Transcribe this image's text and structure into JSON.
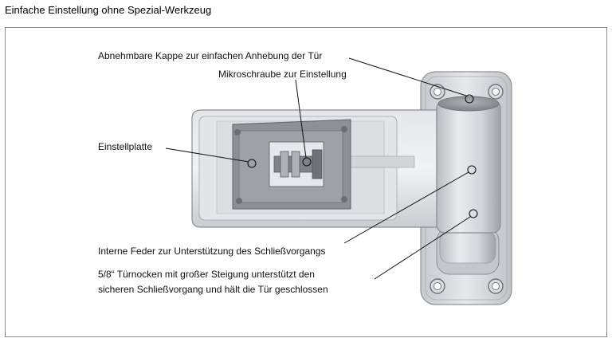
{
  "title": "Einfache Einstellung ohne Spezial-Werkzeug",
  "callouts": {
    "cap": "Abnehmbare Kappe zur einfachen Anhebung der Tür",
    "microscrew": "Mikroschraube zur Einstellung",
    "plate": "Einstellplatte",
    "spring": "Interne Feder zur Unterstützung des Schließvorgangs",
    "cam_line1": "5/8“ Türnocken  mit großer Steigung unterstützt den",
    "cam_line2": "sicheren Schließvorgang und hält die Tür geschlossen"
  }
}
